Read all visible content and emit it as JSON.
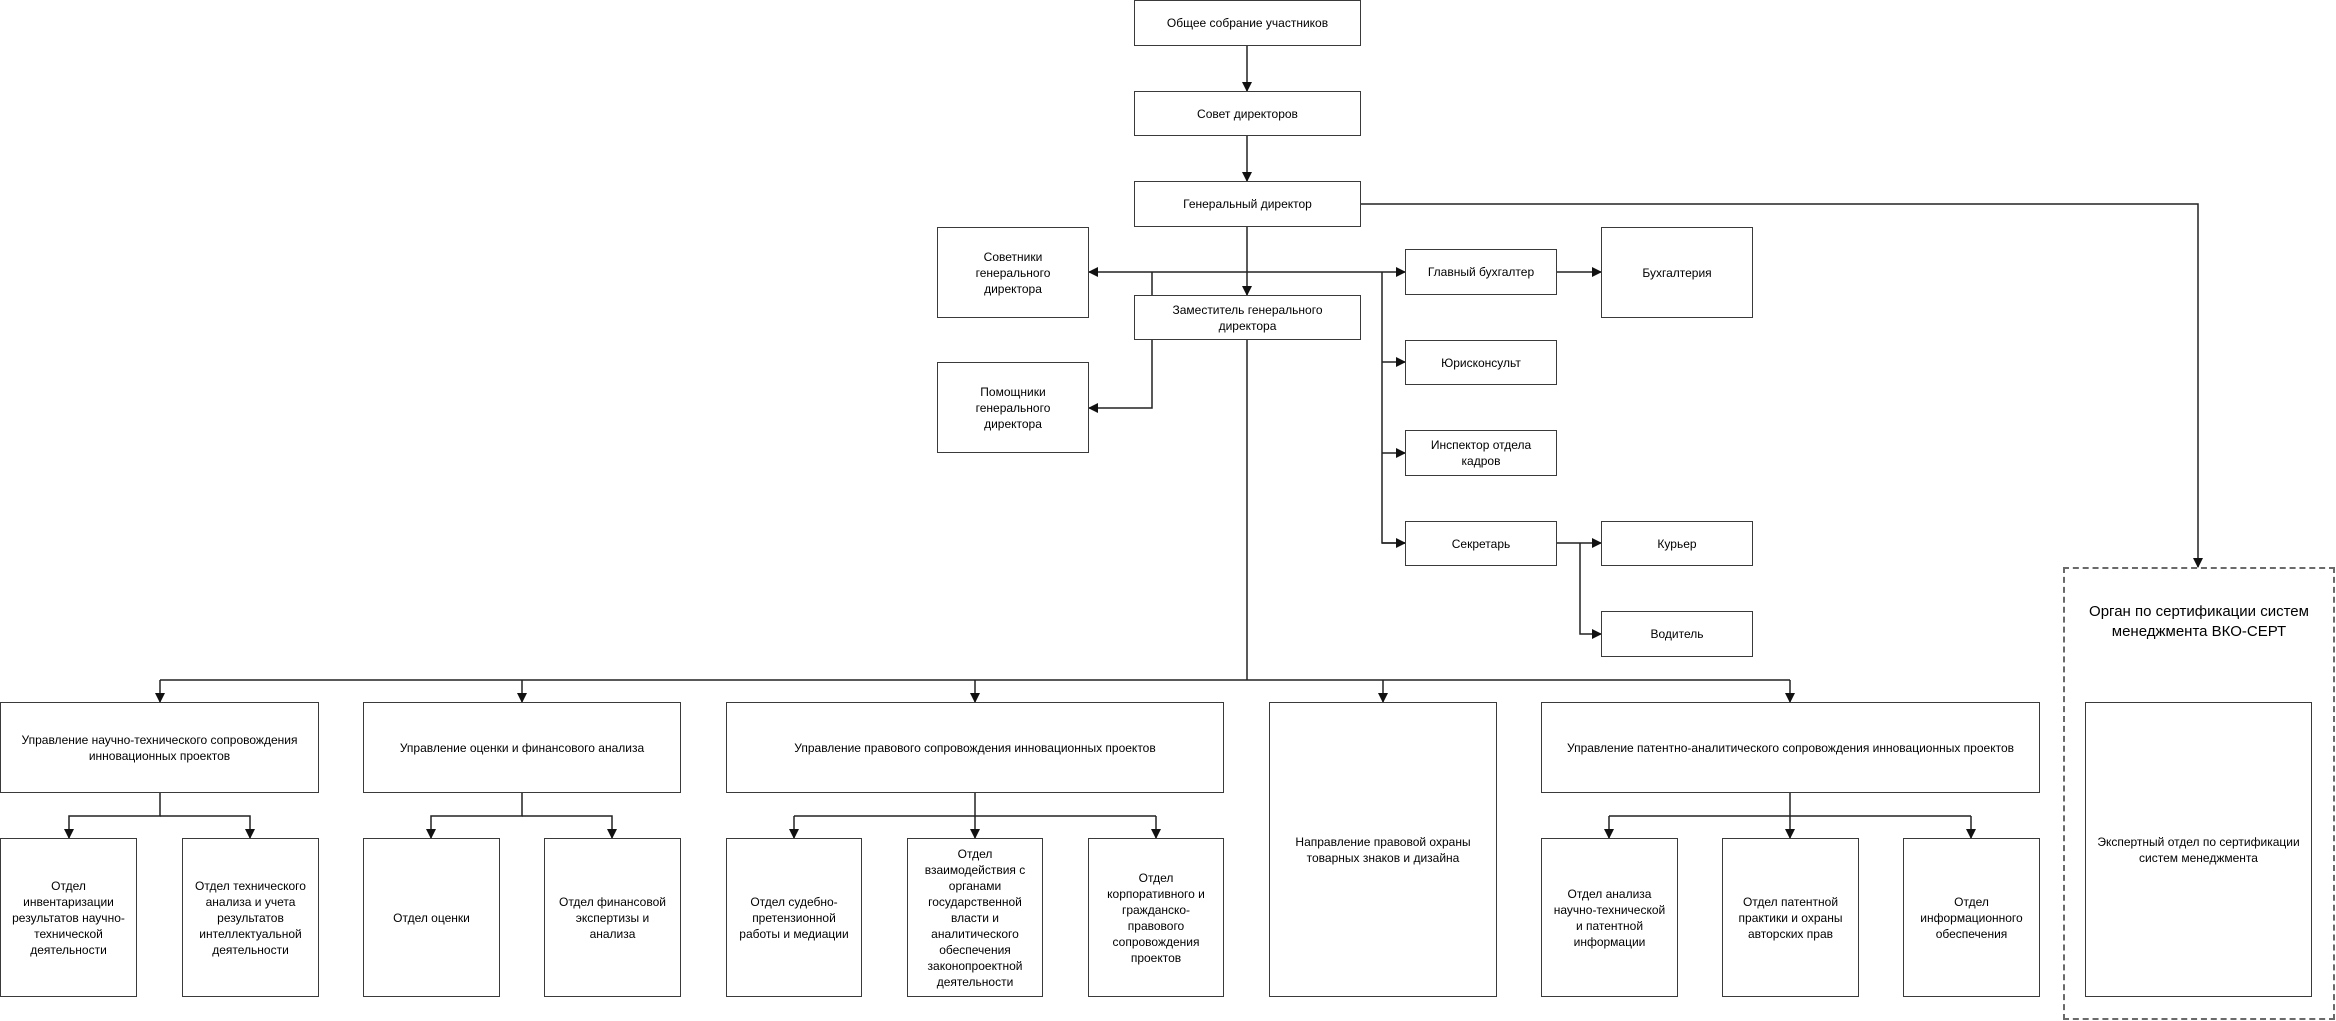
{
  "nodes": {
    "assembly": "Общее собрание участников",
    "board": "Совет директоров",
    "ceo": "Генеральный директор",
    "advisors": "Советники генерального директора",
    "assistants": "Помощники генерального директора",
    "deputy": "Заместитель генерального директора",
    "chief_accountant": "Главный бухгалтер",
    "accounting": "Бухгалтерия",
    "legal_counsel": "Юрисконсульт",
    "hr_inspector": "Инспектор отдела кадров",
    "secretary": "Секретарь",
    "courier": "Курьер",
    "driver": "Водитель",
    "mgmt_scitech": "Управление научно-технического сопровождения инновационных проектов",
    "mgmt_valuation": "Управление оценки и финансового анализа",
    "mgmt_legal": "Управление правового сопровождения инновационных проектов",
    "dir_trademarks": "Направление правовой охраны товарных знаков и дизайна",
    "mgmt_patent": "Управление патентно-аналитического сопровождения инновационных проектов",
    "dept_inventory": "Отдел инвентаризации результатов научно-технической деятельности",
    "dept_tech_analysis": "Отдел технического анализа и учета результатов интеллектуальной деятельности",
    "dept_valuation": "Отдел оценки",
    "dept_fin_expertise": "Отдел финансовой экспертизы и анализа",
    "dept_litigation": "Отдел судебно-претензионной работы и медиации",
    "dept_gov_interaction": "Отдел взаимодействия с органами государственной власти и аналитического обеспечения законопроектной деятельности",
    "dept_corporate": "Отдел корпоративного и гражданско-правового сопровождения проектов",
    "dept_sci_info_analysis": "Отдел анализа научно-технической и патентной информации",
    "dept_patent_practice": "Отдел патентной практики и охраны авторских прав",
    "dept_info_support": "Отдел информационного обеспечения",
    "cert_body": "Орган по сертификации систем менеджмента ВКО-СЕРТ",
    "cert_expert_dept": "Экспертный отдел по сертификации систем менеджмента"
  }
}
